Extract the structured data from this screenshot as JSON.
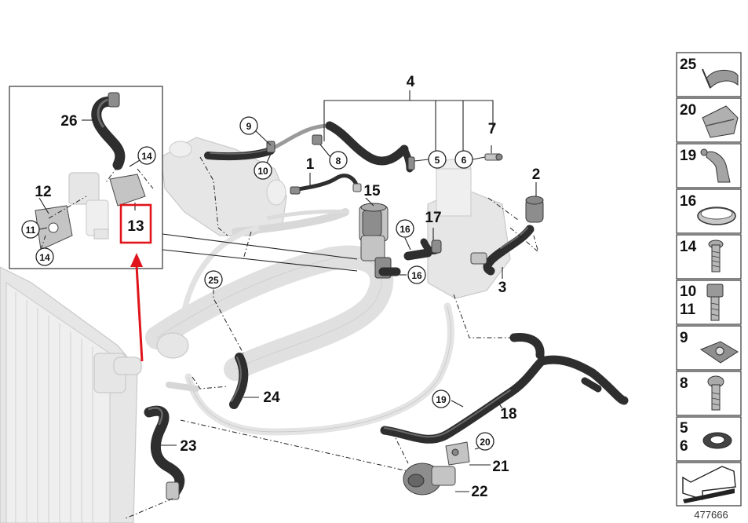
{
  "callouts": {
    "c1": "1",
    "c2": "2",
    "c3": "3",
    "c4": "4",
    "c5": "5",
    "c6": "6",
    "c7": "7",
    "c8": "8",
    "c9": "9",
    "c10": "10",
    "c11": "11",
    "c12": "12",
    "c13": "13",
    "c14a": "14",
    "c14b": "14",
    "c15": "15",
    "c16a": "16",
    "c16b": "16",
    "c17": "17",
    "c18": "18",
    "c19": "19",
    "c20": "20",
    "c21": "21",
    "c22": "22",
    "c23": "23",
    "c24": "24",
    "c25": "25",
    "c26": "26"
  },
  "side_panel": [
    {
      "label": "25"
    },
    {
      "label": "20"
    },
    {
      "label": "19"
    },
    {
      "label": "16"
    },
    {
      "label": "14"
    },
    {
      "label": "10",
      "label2": "11"
    },
    {
      "label": "9"
    },
    {
      "label": "8"
    },
    {
      "label": "5",
      "label2": "6"
    }
  ],
  "reference_number": "477666",
  "highlight_color": "#e0141b"
}
